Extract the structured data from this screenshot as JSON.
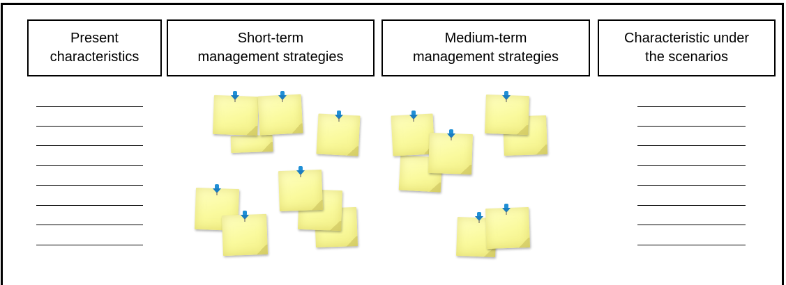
{
  "headers": [
    {
      "line1": "Present",
      "line2": "characteristics"
    },
    {
      "line1": "Short-term",
      "line2": "management strategies"
    },
    {
      "line1": "Medium-term",
      "line2": "management strategies"
    },
    {
      "line1": "Characteristic under",
      "line2": "the scenarios"
    }
  ],
  "colors": {
    "note_fill": "#fafa9e",
    "pin": "#1f8fd6",
    "border": "#000000"
  },
  "icons": {
    "note": "sticky-note-icon",
    "pin": "pushpin-icon"
  }
}
